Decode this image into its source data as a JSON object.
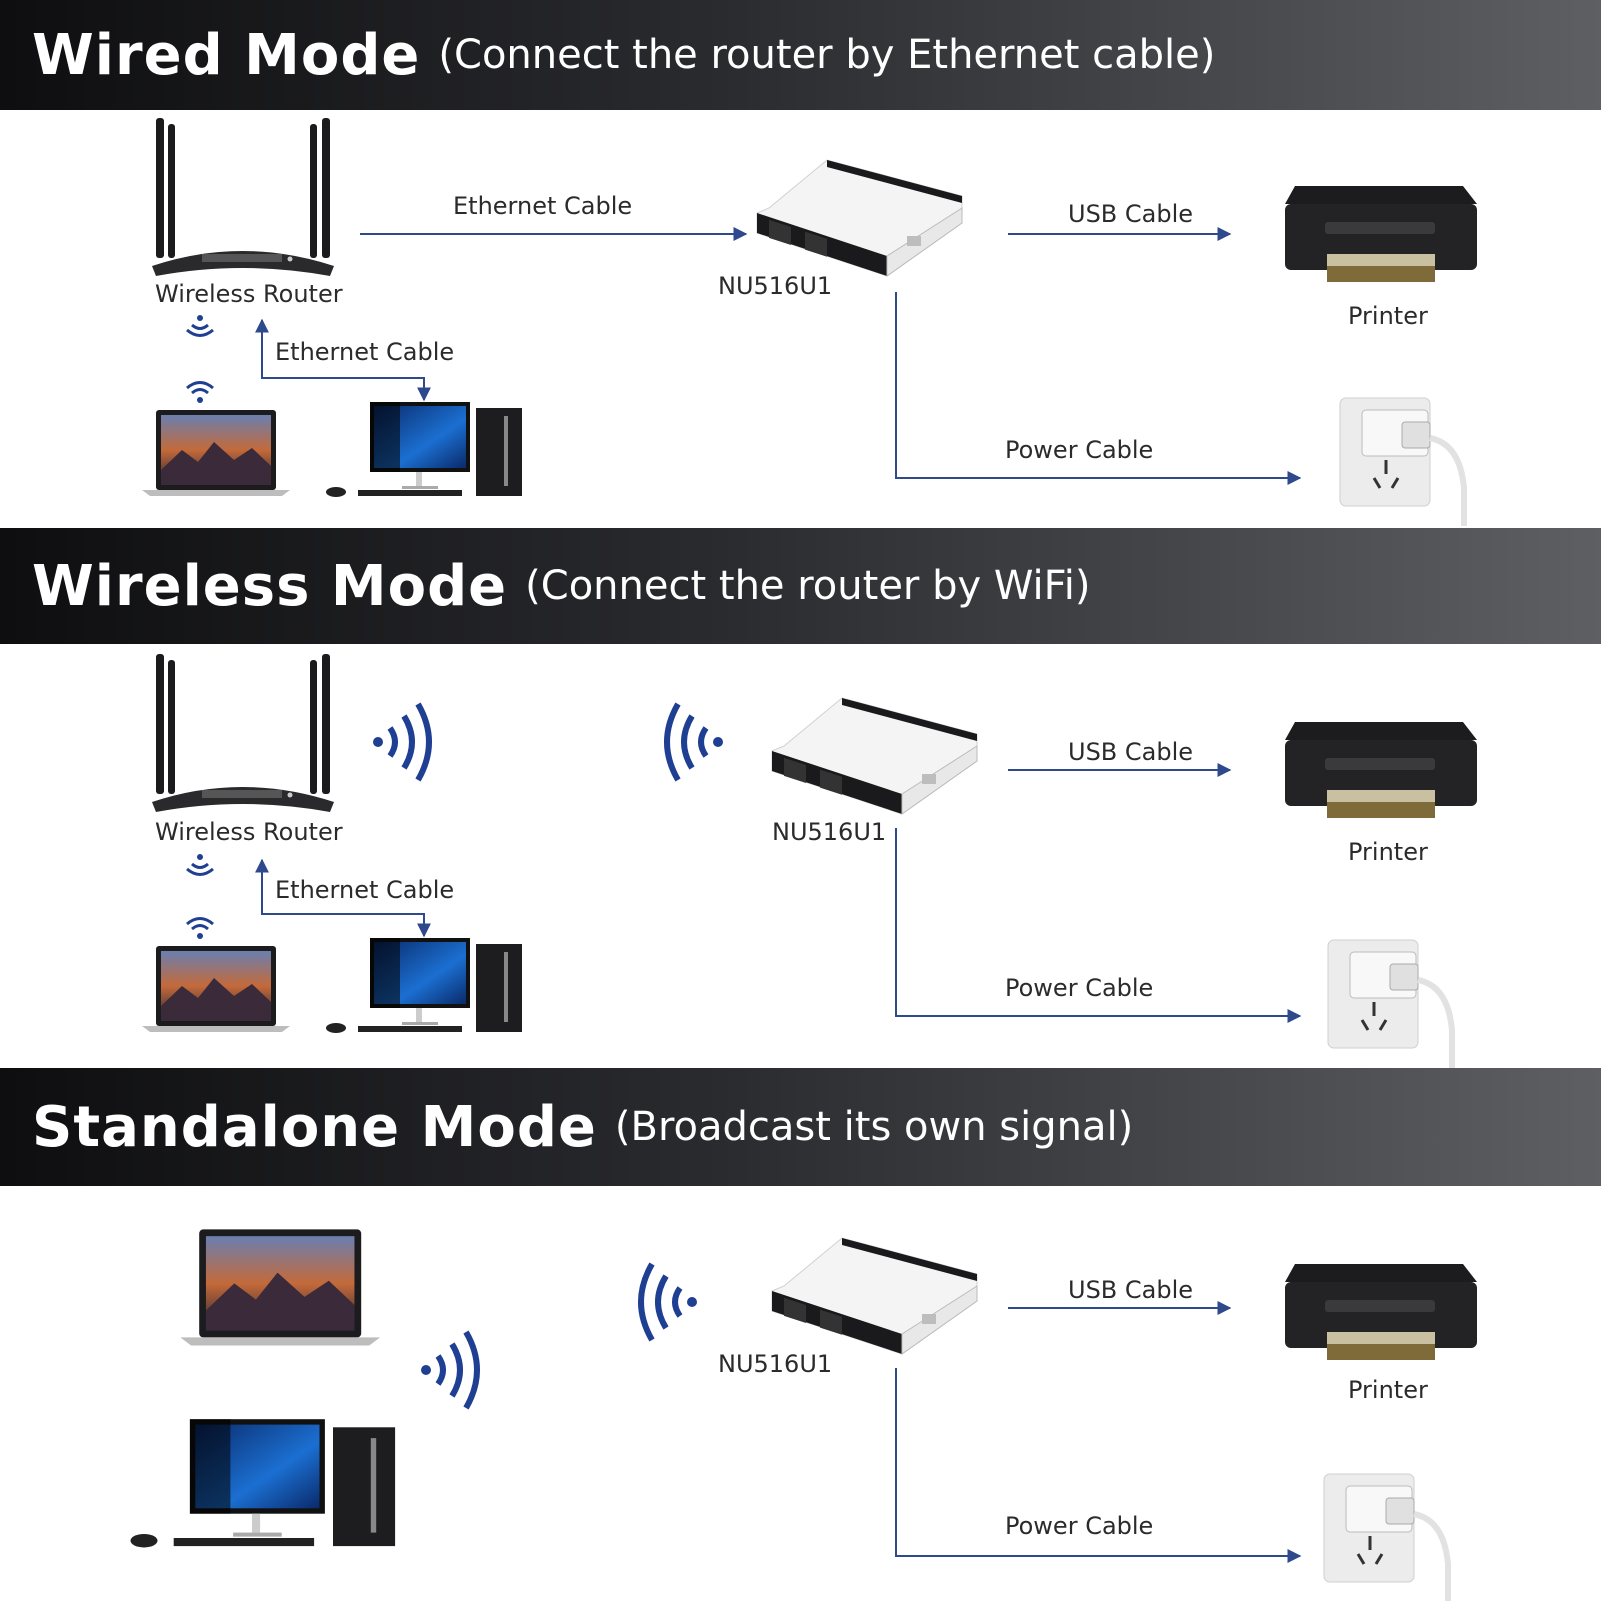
{
  "sections": [
    {
      "title": "Wired Mode",
      "subtitle": "(Connect the router by Ethernet cable)",
      "router_label": "Wireless Router",
      "ethernet_top_label": "Ethernet Cable",
      "ethernet_bottom_label": "Ethernet Cable",
      "device_label": "NU516U1",
      "usb_label": "USB Cable",
      "printer_label": "Printer",
      "power_label": "Power Cable"
    },
    {
      "title": "Wireless Mode",
      "subtitle": "(Connect the router by WiFi)",
      "router_label": "Wireless Router",
      "ethernet_bottom_label": "Ethernet Cable",
      "device_label": "NU516U1",
      "usb_label": "USB Cable",
      "printer_label": "Printer",
      "power_label": "Power Cable"
    },
    {
      "title": "Standalone Mode",
      "subtitle": "(Broadcast its own signal)",
      "device_label": "NU516U1",
      "usb_label": "USB Cable",
      "printer_label": "Printer",
      "power_label": "Power Cable"
    }
  ],
  "colors": {
    "arrow": "#2f4a8c",
    "wifi": "#1f3f93",
    "banner_dark": "#0e0e10",
    "banner_light": "#5e5f63"
  }
}
